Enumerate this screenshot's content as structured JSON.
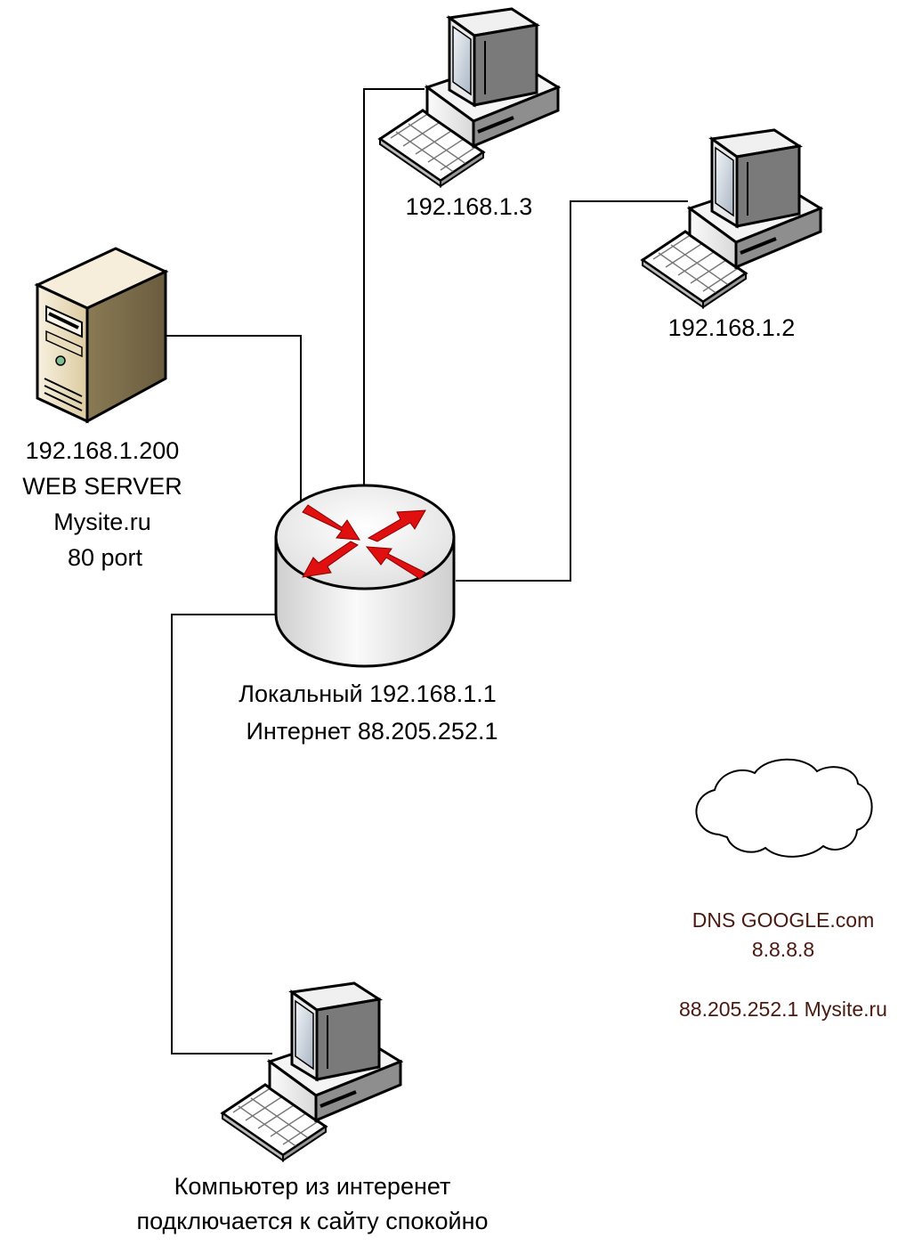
{
  "nodes": {
    "pc_top": {
      "label": "192.168.1.3"
    },
    "pc_right": {
      "label": "192.168.1.2"
    },
    "web_server": {
      "lines": [
        "192.168.1.200",
        "WEB SERVER",
        "Mysite.ru",
        "80 port"
      ]
    },
    "router": {
      "lines": [
        "Локальный 192.168.1.1",
        "Интернет 88.205.252.1"
      ]
    },
    "pc_internet": {
      "lines": [
        "Компьютер из интеренет",
        "подключается к сайту спокойно"
      ]
    },
    "dns_cloud": {
      "lines": [
        "DNS GOOGLE.com",
        "8.8.8.8",
        "88.205.252.1 Mysite.ru"
      ]
    }
  },
  "colors": {
    "arrow_red": "#e01010",
    "dns_text": "#4a1a10",
    "monitor_screen": "#c4d0dc",
    "server_body": "#efe4c8",
    "router_body": "#e4e4e4"
  },
  "icons": [
    "desktop-computer-icon",
    "server-tower-icon",
    "router-icon",
    "cloud-icon"
  ]
}
